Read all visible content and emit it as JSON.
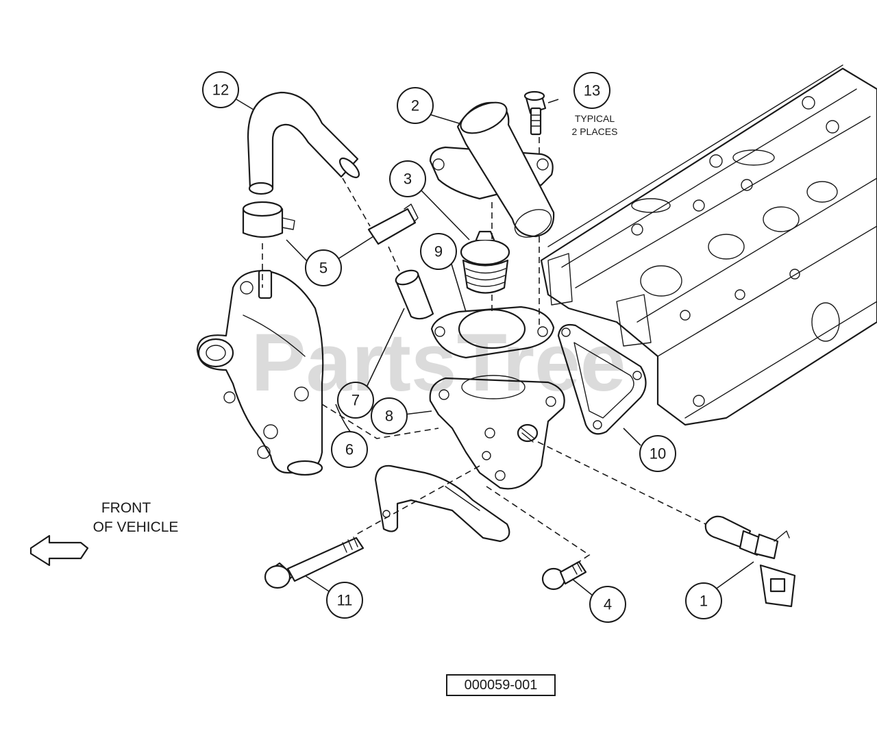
{
  "callouts": {
    "c1": "1",
    "c2": "2",
    "c3": "3",
    "c4": "4",
    "c5": "5",
    "c6": "6",
    "c7": "7",
    "c8": "8",
    "c9": "9",
    "c10": "10",
    "c11": "11",
    "c12": "12",
    "c13": "13"
  },
  "notes": {
    "typical_line1": "TYPICAL",
    "typical_line2": "2 PLACES"
  },
  "front_label": {
    "line1": "FRONT",
    "line2": "OF VEHICLE"
  },
  "watermark": "PartsTree",
  "diagram_ref": "000059-001"
}
